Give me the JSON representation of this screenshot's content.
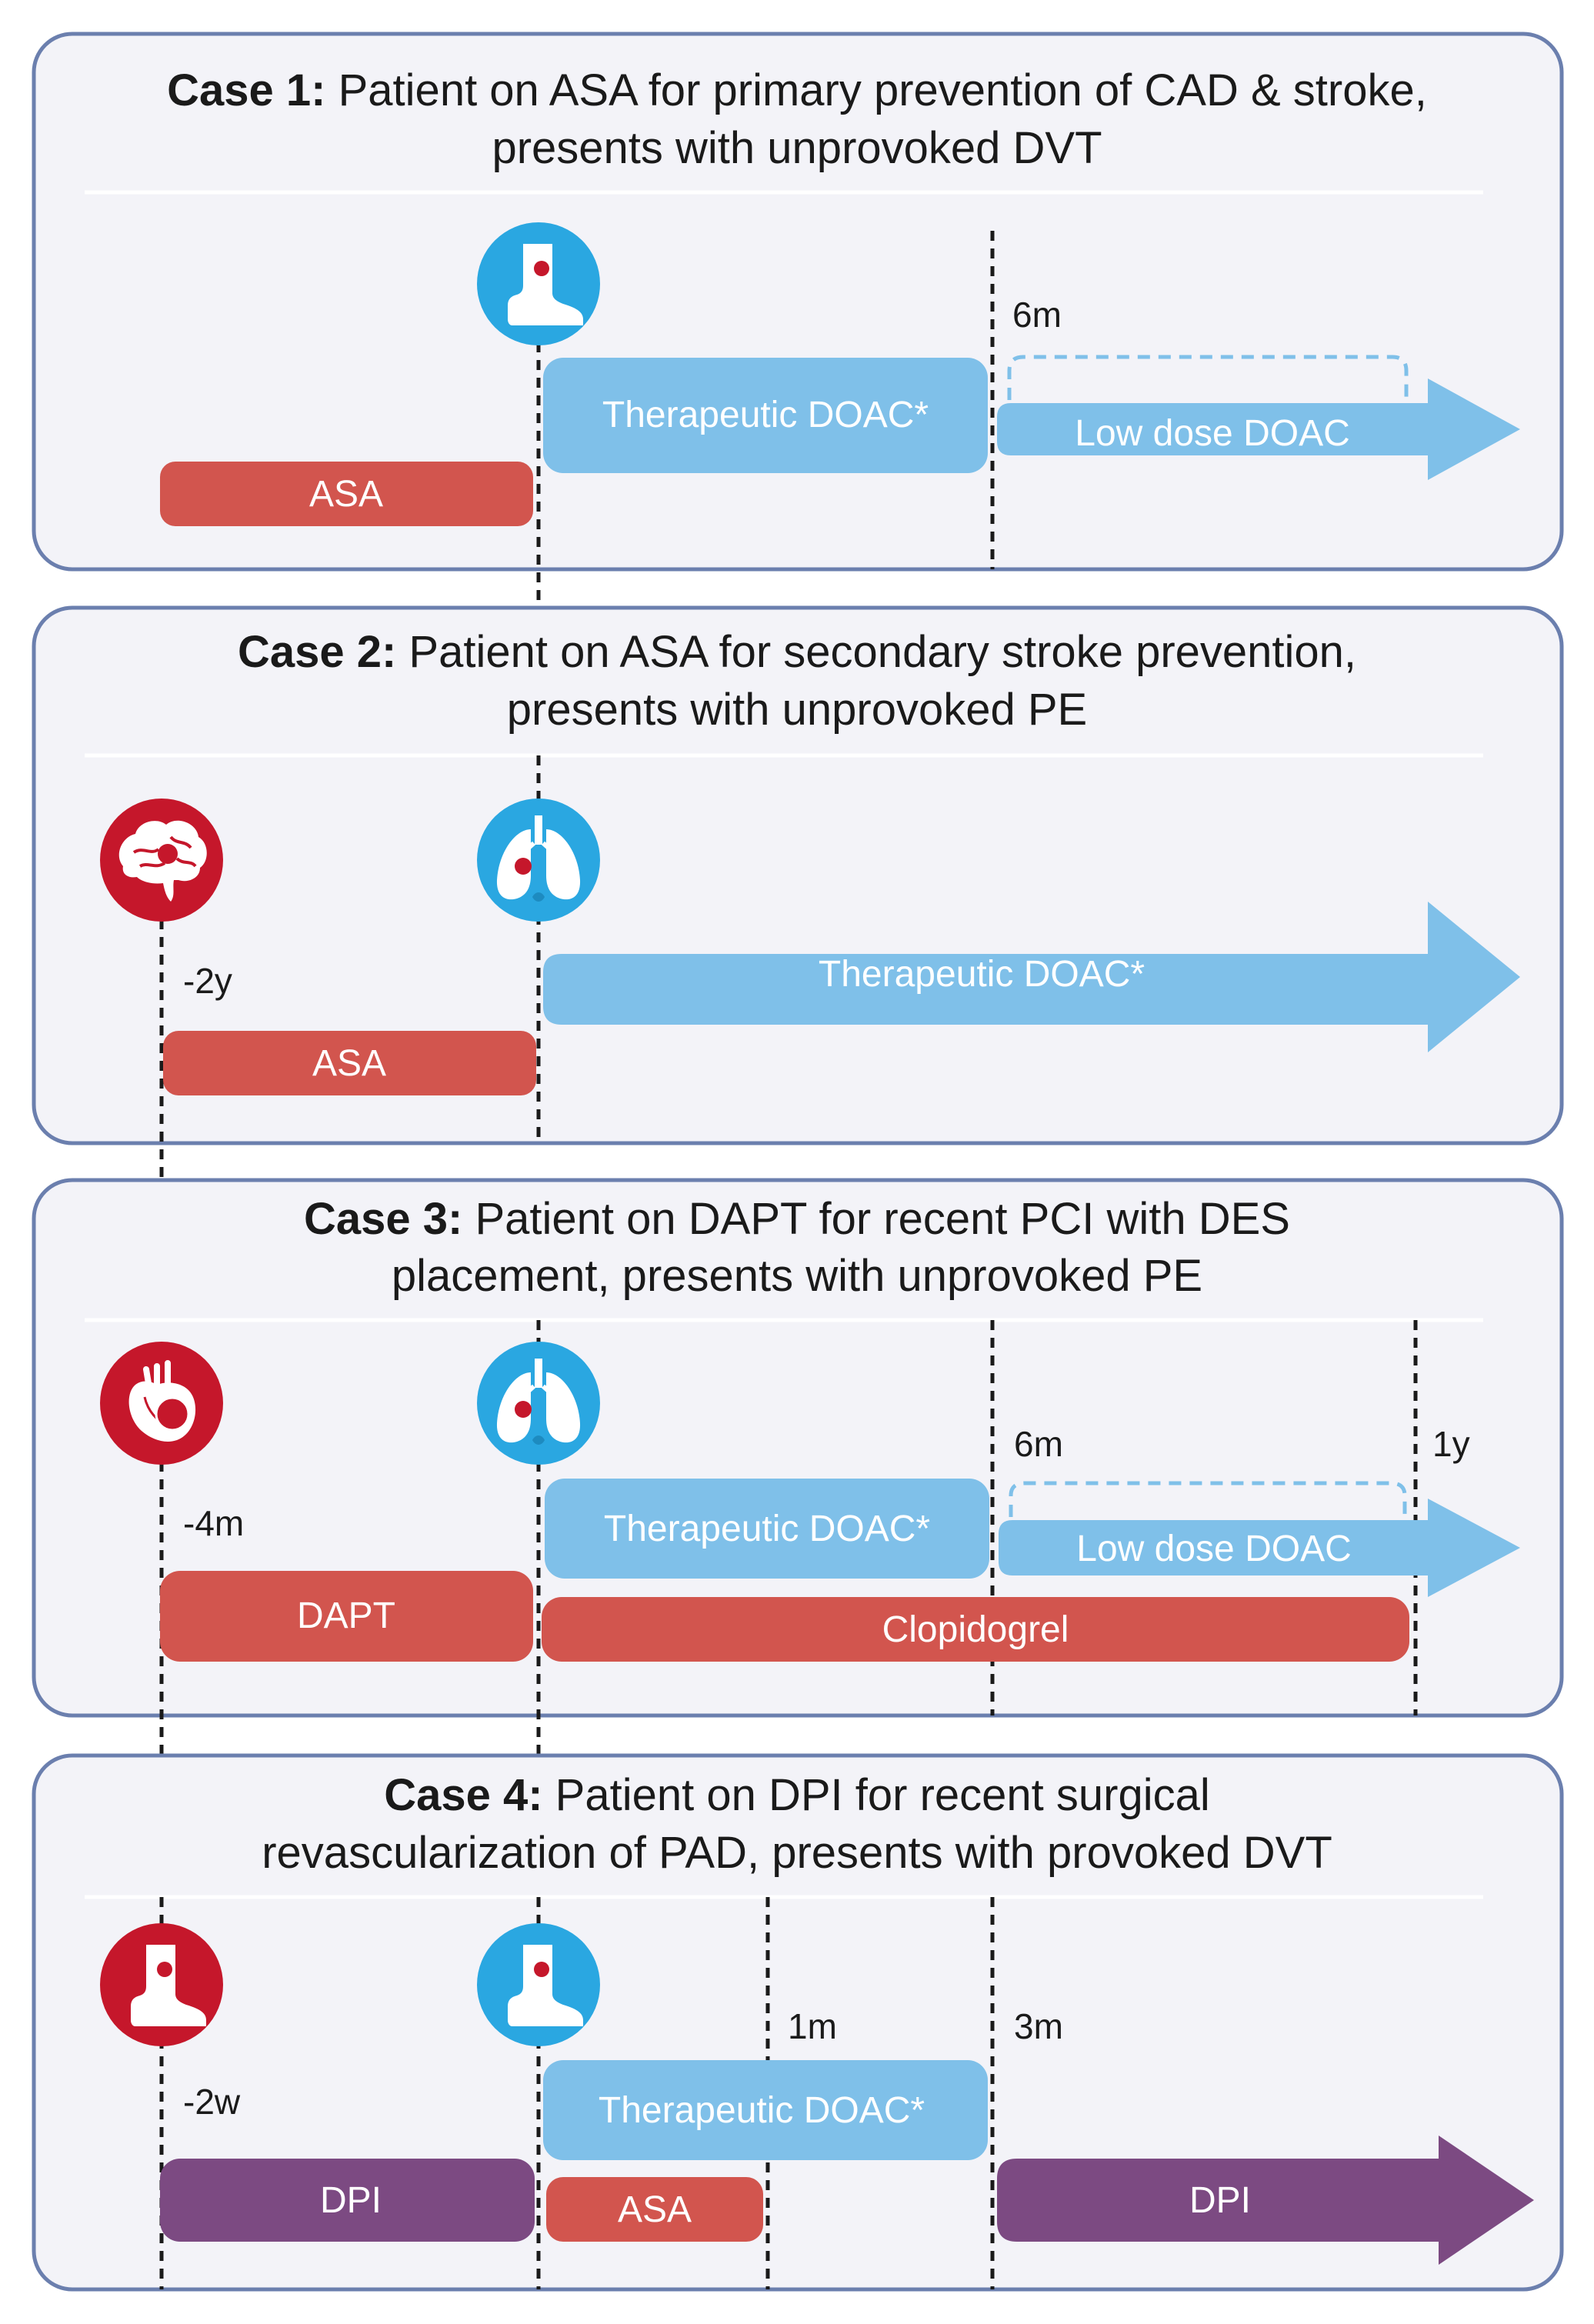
{
  "colors": {
    "anticoagulant": "#7fc0e9",
    "antiplatelet_red": "#d2554e",
    "antiplatelet_purple": "#7c4a82",
    "event_blue": "#2aa7e1",
    "event_red": "#c5172b",
    "panel_border": "#6b7fae",
    "panel_fill": "#f3f3f8"
  },
  "cases": [
    {
      "title_bold": "Case 1:",
      "title_line1": " Patient on ASA for primary prevention of CAD & stroke,",
      "title_line2": "presents with unprovoked DVT",
      "events": [
        {
          "icon": "leg-dvt-icon",
          "color": "blue"
        }
      ],
      "time_labels": [
        "6m"
      ],
      "bars": [
        {
          "label": "Therapeutic DOAC*",
          "color": "anticoagulant"
        },
        {
          "label": "Low dose DOAC",
          "color": "anticoagulant"
        },
        {
          "label": "ASA",
          "color": "antiplatelet_red"
        }
      ]
    },
    {
      "title_bold": "Case 2:",
      "title_line1": " Patient on ASA for secondary stroke prevention,",
      "title_line2": "presents with unprovoked PE",
      "events": [
        {
          "icon": "brain-stroke-icon",
          "color": "red"
        },
        {
          "icon": "lungs-pe-icon",
          "color": "blue"
        }
      ],
      "time_labels": [
        "-2y"
      ],
      "bars": [
        {
          "label": "Therapeutic DOAC*",
          "color": "anticoagulant"
        },
        {
          "label": "ASA",
          "color": "antiplatelet_red"
        }
      ]
    },
    {
      "title_bold": "Case 3:",
      "title_line1": " Patient on DAPT for recent PCI with DES",
      "title_line2": "placement, presents with unprovoked PE",
      "events": [
        {
          "icon": "heart-icon",
          "color": "red"
        },
        {
          "icon": "lungs-pe-icon",
          "color": "blue"
        }
      ],
      "time_labels": [
        "-4m",
        "6m",
        "1y"
      ],
      "bars": [
        {
          "label": "Therapeutic DOAC*",
          "color": "anticoagulant"
        },
        {
          "label": "Low dose DOAC",
          "color": "anticoagulant"
        },
        {
          "label": "DAPT",
          "color": "antiplatelet_red"
        },
        {
          "label": "Clopidogrel",
          "color": "antiplatelet_red"
        }
      ]
    },
    {
      "title_bold": "Case 4:",
      "title_line1": " Patient on DPI for recent surgical",
      "title_line2": "revascularization of PAD, presents with provoked DVT",
      "events": [
        {
          "icon": "leg-pad-icon",
          "color": "red"
        },
        {
          "icon": "leg-dvt-icon",
          "color": "blue"
        }
      ],
      "time_labels": [
        "-2w",
        "1m",
        "3m"
      ],
      "bars": [
        {
          "label": "Therapeutic DOAC*",
          "color": "anticoagulant"
        },
        {
          "label": "DPI",
          "color": "antiplatelet_purple"
        },
        {
          "label": "ASA",
          "color": "antiplatelet_red"
        },
        {
          "label": "DPI",
          "color": "antiplatelet_purple"
        }
      ]
    }
  ]
}
